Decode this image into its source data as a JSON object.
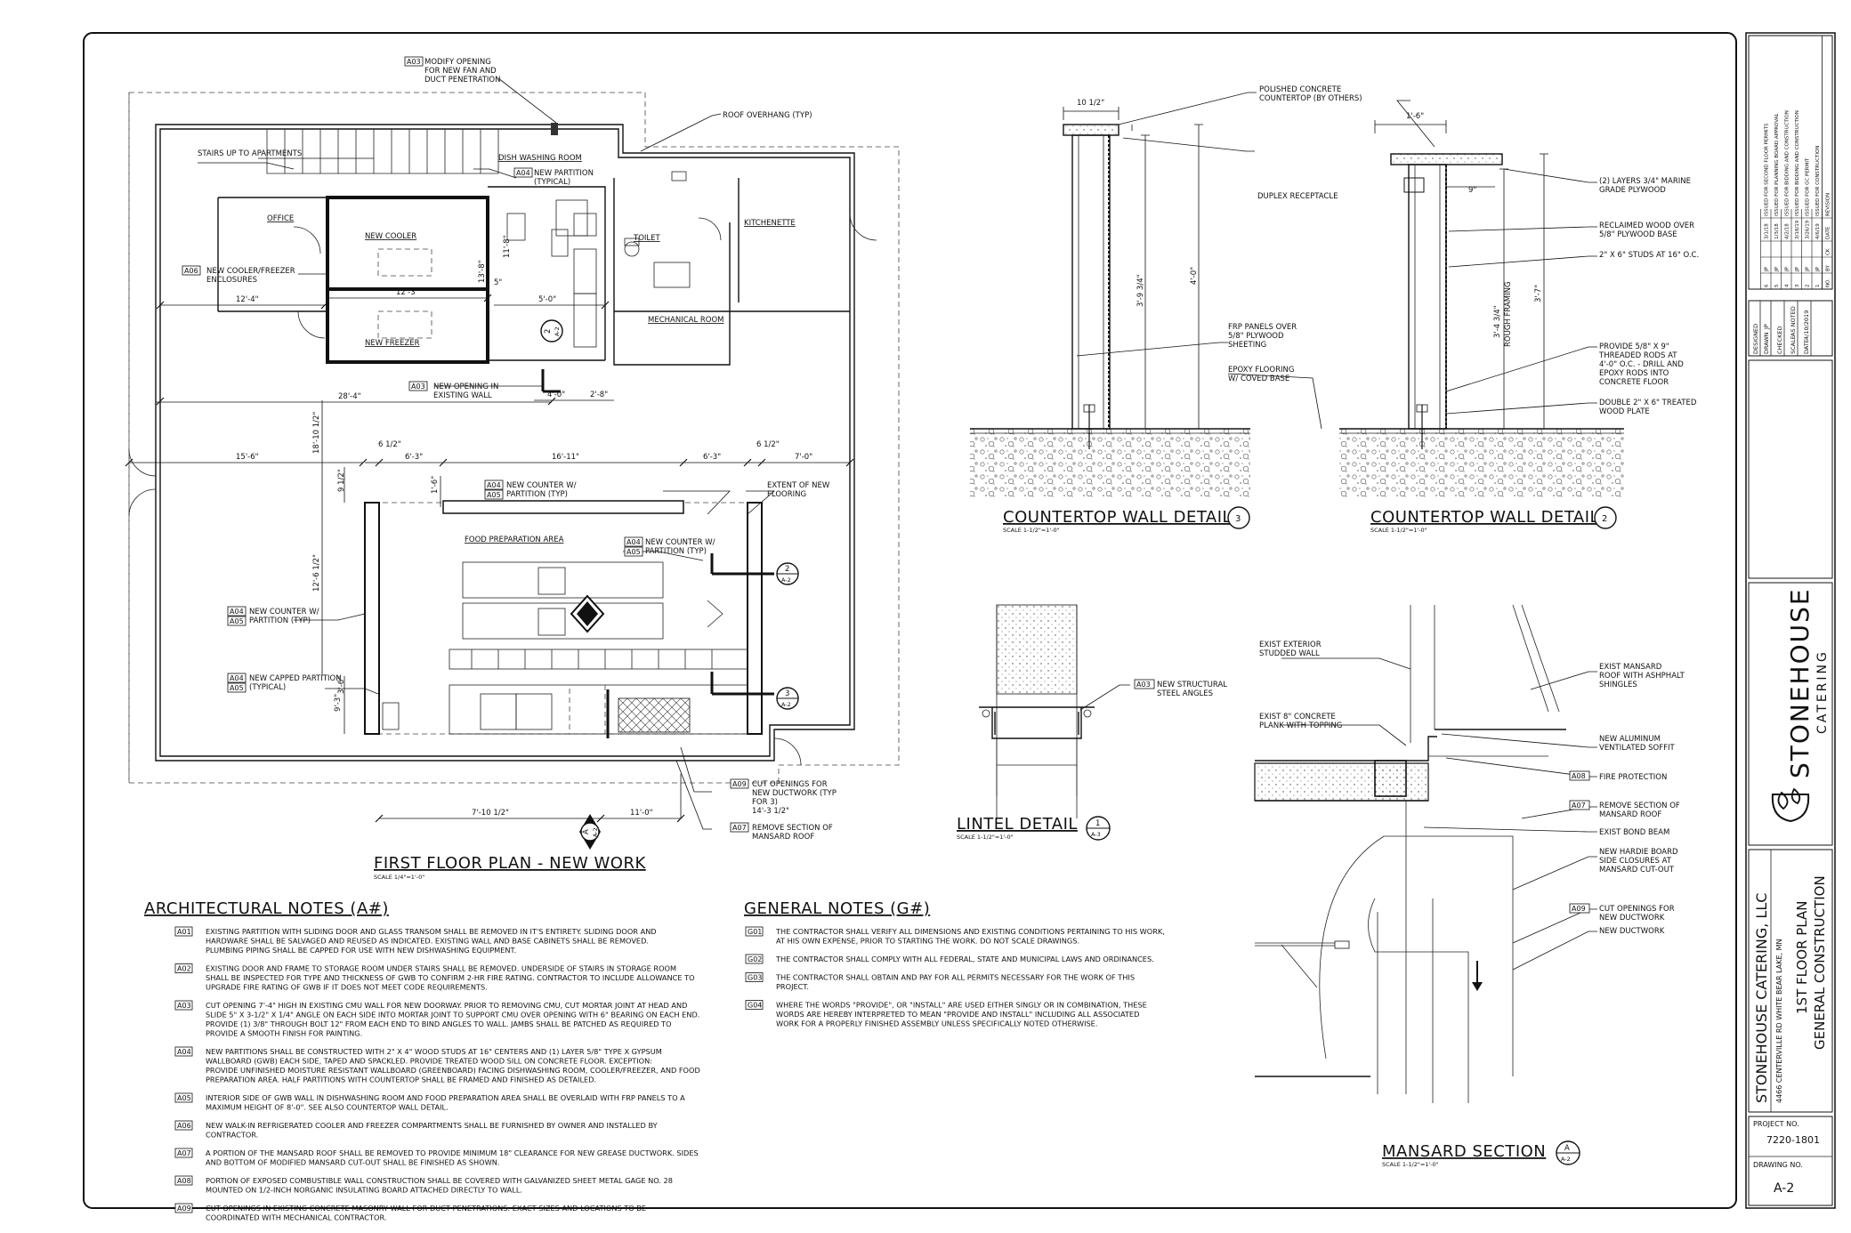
{
  "plan": {
    "title": "FIRST FLOOR PLAN - NEW WORK",
    "scale": "SCALE 1/4\"=1'-0\"",
    "rooms": {
      "office": "OFFICE",
      "cooler": "NEW COOLER",
      "freezer": "NEW FREEZER",
      "dish": "DISH WASHING ROOM",
      "toilet": "TOILET",
      "kitchenette": "KITCHENETTE",
      "mech": "MECHANICAL ROOM",
      "food": "FOOD PREPARATION AREA"
    },
    "labels": {
      "stairs": "STAIRS UP TO APARTMENTS",
      "roof_overhang": "ROOF OVERHANG (TYP)",
      "modify1": "MODIFY OPENING",
      "modify2": "FOR NEW FAN AND",
      "modify3": "DUCT PENETRATION",
      "new_partition1": "NEW PARTITION",
      "new_partition2": "(TYPICAL)",
      "cooler_enc1": "NEW COOLER/FREEZER",
      "cooler_enc2": "ENCLOSURES",
      "new_opening1": "NEW OPENING IN",
      "new_opening2": "EXISTING WALL",
      "counter_top1": "NEW COUNTER W/",
      "counter_top2": "PARTITION (TYP)",
      "extent1": "EXTENT OF NEW",
      "extent2": "FLOORING",
      "counter_r1": "NEW COUNTER W/",
      "counter_r2": "PARTITION (TYP)",
      "counter_l1": "NEW COUNTER W/",
      "counter_l2": "PARTITION (TYP)",
      "capped1": "NEW CAPPED PARTITION",
      "capped2": "(TYPICAL)",
      "cut1": "CUT OPENINGS FOR",
      "cut2": "NEW DUCTWORK (TYP",
      "cut3": "FOR 3)",
      "remove1": "REMOVE SECTION OF",
      "remove2": "MANSARD ROOF"
    },
    "dims": {
      "d1": "12'-4\"",
      "d2": "12'-3\"",
      "d3": "5'-0\"",
      "d4": "28'-4\"",
      "d5": "4'-0\"",
      "d6": "2'-8\"",
      "d7": "15'-6\"",
      "d8": "6 1/2\"",
      "d9": "6'-3\"",
      "d10": "16'-11\"",
      "d11": "6'-3\"",
      "d12": "6 1/2\"",
      "d13": "7'-0\"",
      "d14": "18'-10 1/2\"",
      "d15": "12'-6 1/2\"",
      "d16": "9 1/2\"",
      "d17": "1'-6\"",
      "d18": "3'-6\"",
      "d19": "9'-3\"",
      "d20": "7'-10 1/2\"",
      "d21": "11'-0\"",
      "d22": "14'-3 1/2\"",
      "d23": "13'-8\"",
      "d24": "11'-8\"",
      "d25": "5\""
    }
  },
  "tags": {
    "a01": "A01",
    "a02": "A02",
    "a03": "A03",
    "a04": "A04",
    "a05": "A05",
    "a06": "A06",
    "a07": "A07",
    "a08": "A08",
    "a09": "A09",
    "g01": "G01",
    "g02": "G02",
    "g03": "G03",
    "g04": "G04"
  },
  "sections": {
    "s2_num": "2",
    "s2_sheet": "A-2",
    "s3_num": "3",
    "s3_sheet": "A-2",
    "sa_num": "A",
    "sa_sheet": "A-2",
    "s1_num": "1",
    "s1_sheet": "A-3",
    "plan_num": "2",
    "plan_sheet": "A-2"
  },
  "detail3": {
    "title": "COUNTERTOP WALL DETAIL",
    "num": "3",
    "scale": "SCALE 1-1/2\"=1'-0\"",
    "w": "10 1/2\"",
    "h1": "3'-9 3/4\"",
    "h2": "4'-0\"",
    "l1": "POLISHED CONCRETE",
    "l2": "COUNTERTOP (BY OTHERS)",
    "l3": "DUPLEX RECEPTACLE",
    "l4": "FRP PANELS OVER",
    "l5": "5/8\" PLYWOOD",
    "l6": "SHEETING",
    "l7": "EPOXY FLOORING",
    "l8": "W/ COVED BASE"
  },
  "detail2": {
    "title": "COUNTERTOP WALL DETAIL",
    "num": "2",
    "scale": "SCALE 1-1/2\"=1'-0\"",
    "w": "1'-6\"",
    "w2": "9\"",
    "h1": "3'-4 3/4\"",
    "h1b": "ROUGH FRAMING",
    "h2": "3'-7\"",
    "l1": "(2) LAYERS 3/4\" MARINE",
    "l2": "GRADE PLYWOOD",
    "l3": "RECLAIMED WOOD OVER",
    "l4": "5/8\" PLYWOOD BASE",
    "l5": "2\" X 6\" STUDS AT 16\" O.C.",
    "l6": "PROVIDE 5/8\" X 9\"",
    "l7": "THREADED RODS AT",
    "l8": "4'-0\" O.C. - DRILL AND",
    "l9": "EPOXY RODS INTO",
    "l10": "CONCRETE FLOOR",
    "l11": "DOUBLE 2\" X 6\" TREATED",
    "l12": "WOOD PLATE"
  },
  "lintel": {
    "title": "LINTEL DETAIL",
    "num": "1",
    "sheet": "A-3",
    "scale": "SCALE 1-1/2\"=1'-0\"",
    "l1": "NEW STRUCTURAL",
    "l2": "STEEL ANGLES"
  },
  "mansard": {
    "title": "MANSARD SECTION",
    "scale": "SCALE 1-1/2\"=1'-0\"",
    "l1": "EXIST EXTERIOR",
    "l2": "STUDDED WALL",
    "l3": "EXIST 8\" CONCRETE",
    "l4": "PLANK WITH TOPPING",
    "r1": "EXIST MANSARD",
    "r2": "ROOF WITH ASHPHALT",
    "r3": "SHINGLES",
    "r4": "NEW ALUMINUM",
    "r5": "VENTILATED SOFFIT",
    "r6": "FIRE PROTECTION",
    "r7": "REMOVE SECTION OF",
    "r8": "MANSARD ROOF",
    "r9": "EXIST BOND BEAM",
    "r10": "NEW HARDIE BOARD",
    "r11": "SIDE CLOSURES AT",
    "r12": "MANSARD CUT-OUT",
    "r13": "CUT OPENINGS FOR",
    "r14": "NEW DUCTWORK",
    "r15": "NEW DUCTWORK"
  },
  "arch_notes": {
    "title": "ARCHITECTURAL NOTES (A#)",
    "items": [
      {
        "tag": "A01",
        "lines": [
          "EXISTING PARTITION WITH SLIDING DOOR AND GLASS TRANSOM SHALL BE REMOVED IN IT'S ENTIRETY.  SLIDING DOOR AND",
          "HARDWARE SHALL BE SALVAGED AND REUSED AS INDICATED.  EXISTING WALL AND BASE CABINETS SHALL BE REMOVED.",
          "PLUMBING PIPING SHALL BE CAPPED FOR USE WITH NEW DISHWASHING EQUIPMENT."
        ]
      },
      {
        "tag": "A02",
        "lines": [
          "EXISTING DOOR AND FRAME TO STORAGE ROOM UNDER STAIRS SHALL BE REMOVED.  UNDERSIDE OF STAIRS IN STORAGE ROOM",
          "SHALL BE INSPECTED FOR TYPE AND THICKNESS OF GWB TO CONFIRM 2-HR FIRE RATING.  CONTRACTOR TO INCLUDE ALLOWANCE TO",
          "UPGRADE FIRE RATING OF GWB IF IT DOES NOT MEET CODE REQUIREMENTS."
        ]
      },
      {
        "tag": "A03",
        "lines": [
          "CUT OPENING 7'-4\" HIGH IN EXISTING CMU WALL FOR NEW DOORWAY.  PRIOR TO REMOVING CMU, CUT MORTAR JOINT AT HEAD AND",
          "SLIDE 5\" X 3-1/2\" X 1/4\" ANGLE ON EACH SIDE INTO MORTAR JOINT TO SUPPORT CMU OVER OPENING WITH 6\" BEARING ON EACH END.",
          "PROVIDE (1) 3/8\" THROUGH BOLT 12\" FROM EACH END TO BIND ANGLES TO WALL.  JAMBS SHALL BE PATCHED AS REQUIRED TO",
          "PROVIDE A SMOOTH FINISH FOR PAINTING."
        ]
      },
      {
        "tag": "A04",
        "lines": [
          "NEW PARTITIONS SHALL BE CONSTRUCTED WITH 2\" X 4\" WOOD STUDS AT 16\" CENTERS AND (1) LAYER 5/8\" TYPE X GYPSUM",
          "WALLBOARD (GWB) EACH SIDE, TAPED AND SPACKLED.  PROVIDE TREATED WOOD SILL ON CONCRETE FLOOR.  EXCEPTION:",
          "PROVIDE UNFINISHED MOISTURE RESISTANT WALLBOARD (GREENBOARD) FACING DISHWASHING ROOM, COOLER/FREEZER, AND FOOD",
          "PREPARATION AREA.  HALF PARTITIONS WITH COUNTERTOP SHALL BE FRAMED AND FINISHED AS DETAILED."
        ]
      },
      {
        "tag": "A05",
        "lines": [
          "INTERIOR SIDE OF GWB WALL IN DISHWASHING ROOM AND FOOD PREPARATION AREA SHALL BE OVERLAID WITH FRP PANELS TO A",
          "MAXIMUM HEIGHT OF 8'-0\".  SEE ALSO COUNTERTOP WALL DETAIL."
        ]
      },
      {
        "tag": "A06",
        "lines": [
          "NEW WALK-IN REFRIGERATED COOLER AND FREEZER COMPARTMENTS SHALL BE FURNISHED BY OWNER AND INSTALLED BY",
          "CONTRACTOR."
        ]
      },
      {
        "tag": "A07",
        "lines": [
          "A PORTION OF THE MANSARD ROOF SHALL BE REMOVED TO PROVIDE MINIMUM 18\" CLEARANCE FOR NEW GREASE DUCTWORK.  SIDES",
          "AND BOTTOM OF MODIFIED MANSARD CUT-OUT SHALL BE FINISHED AS SHOWN."
        ]
      },
      {
        "tag": "A08",
        "lines": [
          "PORTION OF EXPOSED COMBUSTIBLE WALL CONSTRUCTION SHALL BE COVERED WITH GALVANIZED SHEET METAL GAGE NO. 28",
          "MOUNTED ON 1/2-INCH NORGANIC INSULATING BOARD ATTACHED DIRECTLY TO WALL."
        ]
      },
      {
        "tag": "A09",
        "lines": [
          "CUT OPENINGS IN EXISTING CONCRETE MASONRY WALL FOR DUCT PENETRATIONS.  EXACT SIZES AND LOCATIONS TO BE",
          "COORDINATED WITH MECHANICAL CONTRACTOR."
        ]
      }
    ]
  },
  "general_notes": {
    "title": "GENERAL NOTES (G#)",
    "items": [
      {
        "tag": "G01",
        "lines": [
          "THE CONTRACTOR SHALL VERIFY ALL DIMENSIONS AND EXISTING CONDITIONS PERTAINING TO HIS WORK,",
          "AT HIS OWN EXPENSE, PRIOR TO STARTING THE WORK.  DO NOT SCALE DRAWINGS."
        ]
      },
      {
        "tag": "G02",
        "lines": [
          "THE CONTRACTOR SHALL COMPLY WITH ALL FEDERAL, STATE AND MUNICIPAL LAWS AND ORDINANCES."
        ]
      },
      {
        "tag": "G03",
        "lines": [
          "THE CONTRACTOR SHALL OBTAIN AND PAY FOR ALL PERMITS NECESSARY FOR THE WORK OF THIS",
          "PROJECT."
        ]
      },
      {
        "tag": "G04",
        "lines": [
          "WHERE THE WORDS \"PROVIDE\", OR \"INSTALL\" ARE USED EITHER SINGLY OR IN COMBINATION, THESE",
          "WORDS ARE HEREBY INTERPRETED TO MEAN \"PROVIDE AND INSTALL\" INCLUDING ALL ASSOCIATED",
          "WORK FOR A PROPERLY FINISHED ASSEMBLY UNLESS SPECIFICALLY NOTED OTHERWISE."
        ]
      }
    ]
  },
  "title_block": {
    "revisions": [
      {
        "no": "1",
        "by": "JP",
        "ck": "",
        "date": "4/6/19",
        "desc": "ISSUED FOR CONSTRUCTION"
      },
      {
        "no": "2",
        "by": "JP",
        "ck": "",
        "date": "3/26/19",
        "desc": "ISSUED FOR GC PERMIT"
      },
      {
        "no": "3",
        "by": "JP",
        "ck": "",
        "date": "3/18/19",
        "desc": "ISSUED FOR BIDDING AND CONSTRUCTION"
      },
      {
        "no": "4",
        "by": "JP",
        "ck": "",
        "date": "4/2/18",
        "desc": "ISSUED FOR BIDDING AND CONSTRUCTION"
      },
      {
        "no": "5",
        "by": "JP",
        "ck": "",
        "date": "1/3/18",
        "desc": "ISSUED FOR PLANNING BOARD APPROVAL"
      },
      {
        "no": "6",
        "by": "JP",
        "ck": "",
        "date": "3/1/18",
        "desc": "ISSUED FOR SECOND FLOOR PERMITS"
      }
    ],
    "rev_header": [
      "NO.",
      "BY",
      "CK",
      "DATE",
      "REVISION"
    ],
    "designed_label": "DESIGNED",
    "designed": "",
    "drawn_label": "DRAWN",
    "drawn": "JP",
    "checked_label": "CHECKED",
    "checked": "",
    "scale_label": "SCALE",
    "scale": "AS NOTED",
    "date_label": "DATE",
    "date": "4/10/2019",
    "logo_main": "STONEHOUSE",
    "logo_sub": "CATERING",
    "company": "STONEHOUSE CATERING, LLC",
    "address": "4466 CENTERVILLE RD WHITE BEAR LAKE, MN",
    "sheet_title1": "1ST FLOOR PLAN",
    "sheet_title2": "GENERAL CONSTRUCTION",
    "project_label": "PROJECT NO.",
    "project_no": "7220-1801",
    "drawing_label": "DRAWING NO.",
    "drawing_no": "A-2"
  }
}
